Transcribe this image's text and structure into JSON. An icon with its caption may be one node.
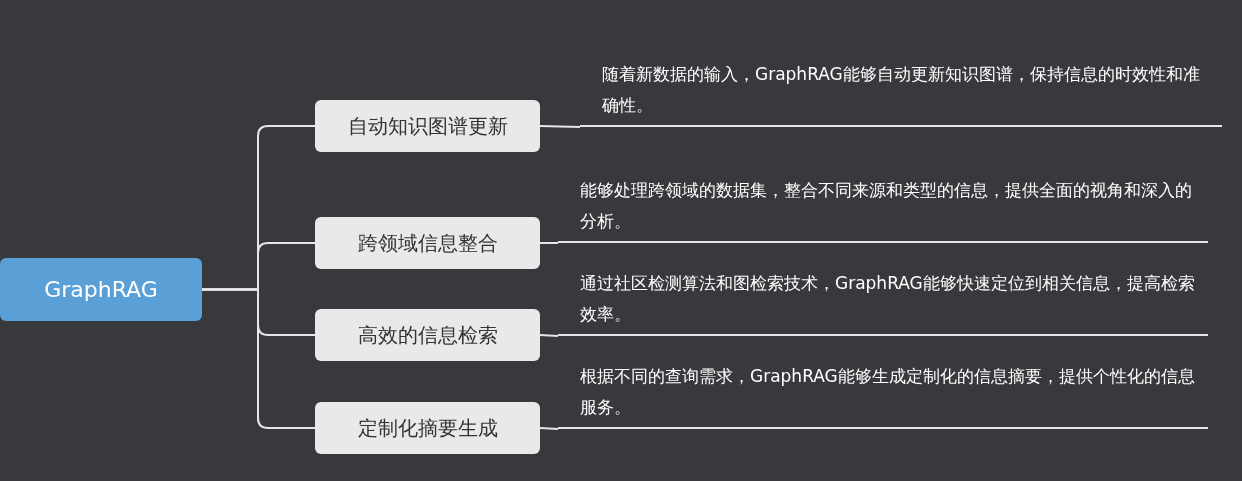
{
  "diagram": {
    "nodes": [
      {
        "text": [
          "GraphRAG"
        ]
      },
      {
        "text": [
          "自动知识图谱更新"
        ]
      },
      {
        "text": [
          "随着新数据的输入，GraphRAG能够自动更新知识图谱，保持信息的时效性和准确性。"
        ]
      },
      {
        "text": [
          "跨领域信息整合"
        ]
      },
      {
        "text": [
          "能够处理跨领域的数据集，整合不同来源和类型的信息，提供全面的视角和深入的分析。"
        ]
      },
      {
        "text": [
          "高效的信息检索"
        ]
      },
      {
        "text": [
          "通过社区检测算法和图检索技术，GraphRAG能够快速定位到相关信息，提高检索效率。"
        ]
      },
      {
        "text": [
          "定制化摘要生成"
        ]
      },
      {
        "text": [
          "根据不同的查询需求，GraphRAG能够生成定制化的信息摘要，提供个性化的信息服务。"
        ]
      }
    ],
    "edges": [
      {
        "from": 0,
        "to": 1,
        "arrow": "none"
      },
      {
        "from": 0,
        "to": 3,
        "arrow": "none"
      },
      {
        "from": 0,
        "to": 5,
        "arrow": "none"
      },
      {
        "from": 0,
        "to": 7,
        "arrow": "none"
      },
      {
        "from": 1,
        "to": 2,
        "arrow": "none"
      },
      {
        "from": 3,
        "to": 4,
        "arrow": "none"
      },
      {
        "from": 5,
        "to": 6,
        "arrow": "none"
      },
      {
        "from": 7,
        "to": 8,
        "arrow": "none"
      }
    ]
  }
}
